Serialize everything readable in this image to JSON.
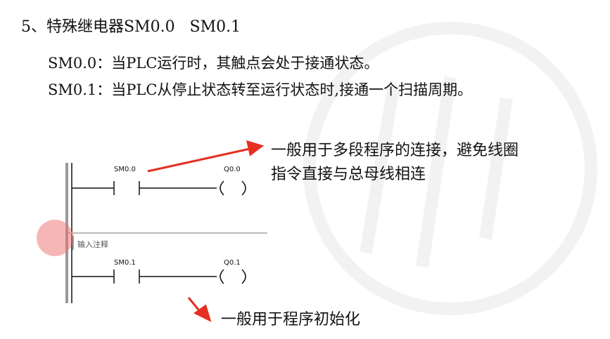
{
  "title": "5、特殊继电器SM0.0   SM0.1",
  "descriptions": {
    "line1": "SM0.0：当PLC运行时，其触点会处于接通状态。",
    "line2": "SM0.1：当PLC从停止状态转至运行状态时,接通一个扫描周期。"
  },
  "annotations": {
    "note1_line1": "一般用于多段程序的连接，避免线圈",
    "note1_line2": "指令直接与总母线相连",
    "note2": "一般用于程序初始化"
  },
  "ladder": {
    "network1": {
      "contact": "SM0.0",
      "coil": "Q0.0"
    },
    "comment_placeholder": "输入注释",
    "network2": {
      "contact": "SM0.1",
      "coil": "Q0.1"
    }
  },
  "colors": {
    "arrow": "#e53020",
    "text": "#111111",
    "cursor": "#f06e6e"
  }
}
